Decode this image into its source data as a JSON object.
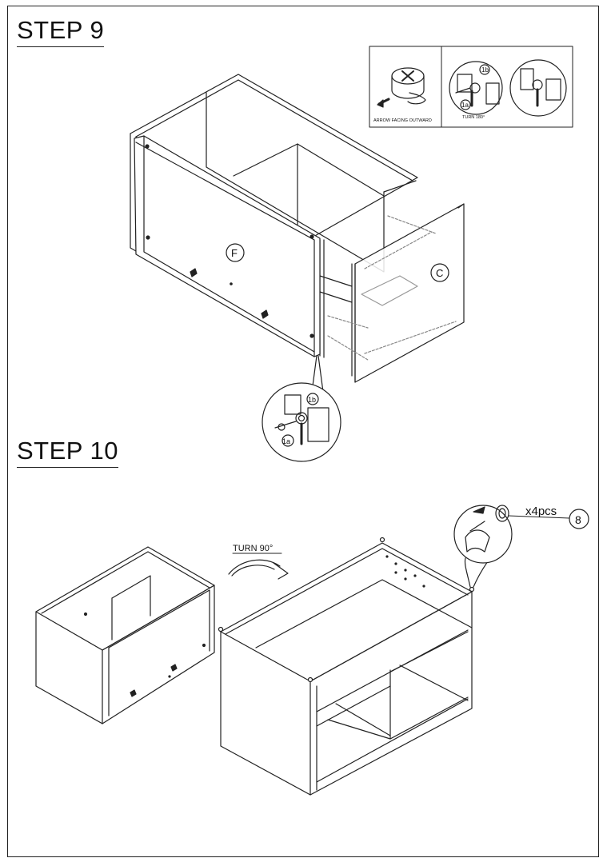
{
  "step9": {
    "title": "STEP 9",
    "inset_caption_left": "ARROW FACING OUTWARD",
    "inset_caption_right": "TURN 180°",
    "part_label_f": "F",
    "part_label_c": "C",
    "callout_1a": "1a",
    "callout_1b": "1b"
  },
  "step10": {
    "title": "STEP 10",
    "turn_label": "TURN 90°",
    "quantity": "x4pcs",
    "part_number": "8"
  }
}
